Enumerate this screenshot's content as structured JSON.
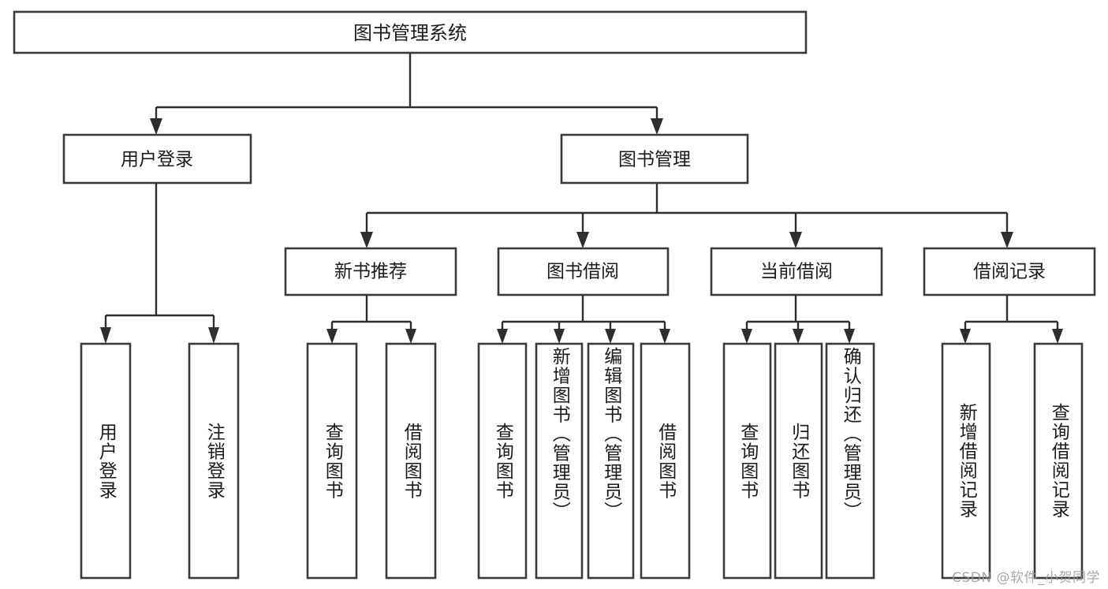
{
  "diagram": {
    "type": "tree",
    "title": "图书管理系统",
    "watermark": "CSDN @软件_小贺同学",
    "colors": {
      "box_stroke": "#3a3a3a",
      "edge": "#2e2e2e",
      "text": "#1b1b1b",
      "background": "#ffffff",
      "watermark": "#9a9a9a"
    },
    "levels": {
      "root": {
        "label": "图书管理系统"
      },
      "level2": [
        {
          "label": "用户登录"
        },
        {
          "label": "图书管理"
        }
      ],
      "level3": [
        {
          "label": "新书推荐"
        },
        {
          "label": "图书借阅"
        },
        {
          "label": "当前借阅"
        },
        {
          "label": "借阅记录"
        }
      ]
    },
    "leaves": {
      "user_login": [
        {
          "label": "用户登录"
        },
        {
          "label": "注销登录"
        }
      ],
      "new_book_recommend": [
        {
          "label": "查询图书"
        },
        {
          "label": "借阅图书"
        }
      ],
      "book_borrow": [
        {
          "label": "查询图书"
        },
        {
          "label": "新增图书（管理员）"
        },
        {
          "label": "编辑图书（管理员）"
        },
        {
          "label": "借阅图书"
        }
      ],
      "current_borrow": [
        {
          "label": "查询图书"
        },
        {
          "label": "归还图书"
        },
        {
          "label": "确认归还（管理员）"
        }
      ],
      "borrow_record": [
        {
          "label": "新增借阅记录"
        },
        {
          "label": "查询借阅记录"
        }
      ]
    }
  }
}
